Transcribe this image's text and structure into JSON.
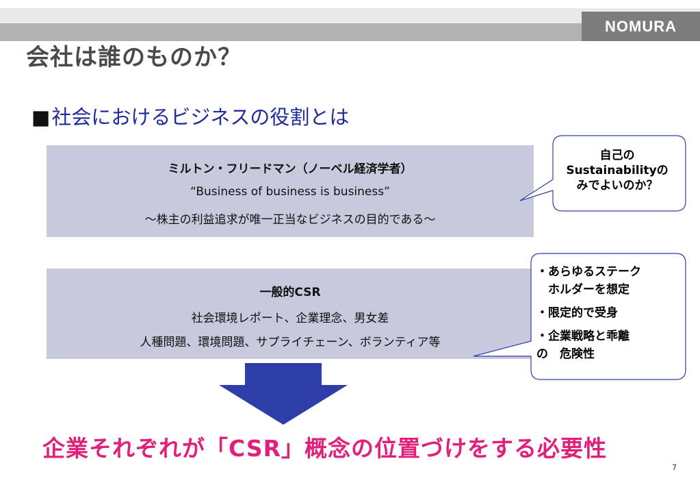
{
  "brand": {
    "logo_text": "NOMURA"
  },
  "slide": {
    "title": "会社は誰のものか？",
    "subtitle_marker": "■",
    "subtitle": "社会におけるビジネスの役割とは",
    "page_number": "7"
  },
  "box1": {
    "heading": "ミルトン・フリードマン（ノーベル経済学者）",
    "quote": "“Business of business is business”",
    "note": "～株主の利益追求が唯一正当なビジネスの目的である～"
  },
  "callout1": {
    "lines": [
      "自己の",
      "Sustainabilityの",
      "みでよいのか？"
    ]
  },
  "box2": {
    "heading": "一般的CSR",
    "line1": "社会環境レポート、企業理念、男女差",
    "line2": "人種問題、環境問題、サプライチェーン、ボランティア等"
  },
  "callout2": {
    "lines": [
      "・あらゆるステーク",
      "　ホルダーを想定",
      "・限定的で受身",
      "・企業戦略と乖離",
      "の　危険性"
    ]
  },
  "conclusion": "企業それぞれが「CSR」概念の位置づけをする必要性",
  "colors": {
    "title_gray": "#4a4a4a",
    "subtitle_blue": "#1f2c9c",
    "box_fill": "#c7c9dc",
    "arrow_blue": "#2e3ea8",
    "conclusion_pink": "#e0207a"
  }
}
